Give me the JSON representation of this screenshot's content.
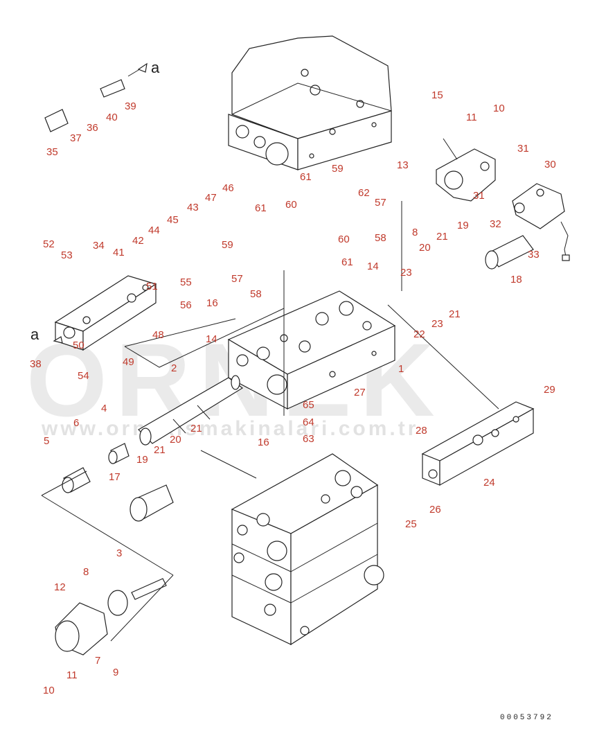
{
  "watermark": {
    "brand": "ORNEK",
    "url": "www.ornekismakinalari.com.tr"
  },
  "figure_number": "00053792",
  "arrow_label": "a",
  "callouts": [
    "1",
    "2",
    "3",
    "4",
    "5",
    "6",
    "7",
    "8",
    "9",
    "10",
    "11",
    "12",
    "13",
    "14",
    "15",
    "16",
    "17",
    "18",
    "19",
    "20",
    "21",
    "22",
    "23",
    "24",
    "25",
    "26",
    "27",
    "28",
    "29",
    "30",
    "31",
    "32",
    "33",
    "34",
    "35",
    "36",
    "37",
    "38",
    "39",
    "40",
    "41",
    "42",
    "43",
    "44",
    "45",
    "46",
    "47",
    "48",
    "49",
    "50",
    "51",
    "52",
    "53",
    "54",
    "55",
    "56",
    "57",
    "58",
    "59",
    "60",
    "61",
    "62",
    "63",
    "64",
    "65"
  ]
}
